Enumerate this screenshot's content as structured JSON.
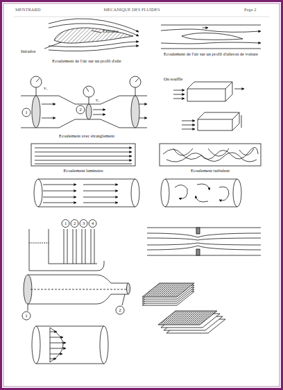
{
  "diagram": {
    "labels": [
      "MENTRARD",
      "MECANIQUE DES FLUIDES",
      "Page 2",
      "Extrados",
      "Intrados",
      "Ecoulement de l'air sur un profil d'aile",
      "Ecoulement de l'air sur un profil d'aileron de voiture",
      "v₁",
      "v₂",
      "1",
      "2",
      "Ecoulement avec étranglement",
      "On souffle",
      "Ecoulement laminaire",
      "Ecoulement turbulent",
      "1",
      "2",
      "3",
      "4",
      "1",
      "2"
    ]
  }
}
